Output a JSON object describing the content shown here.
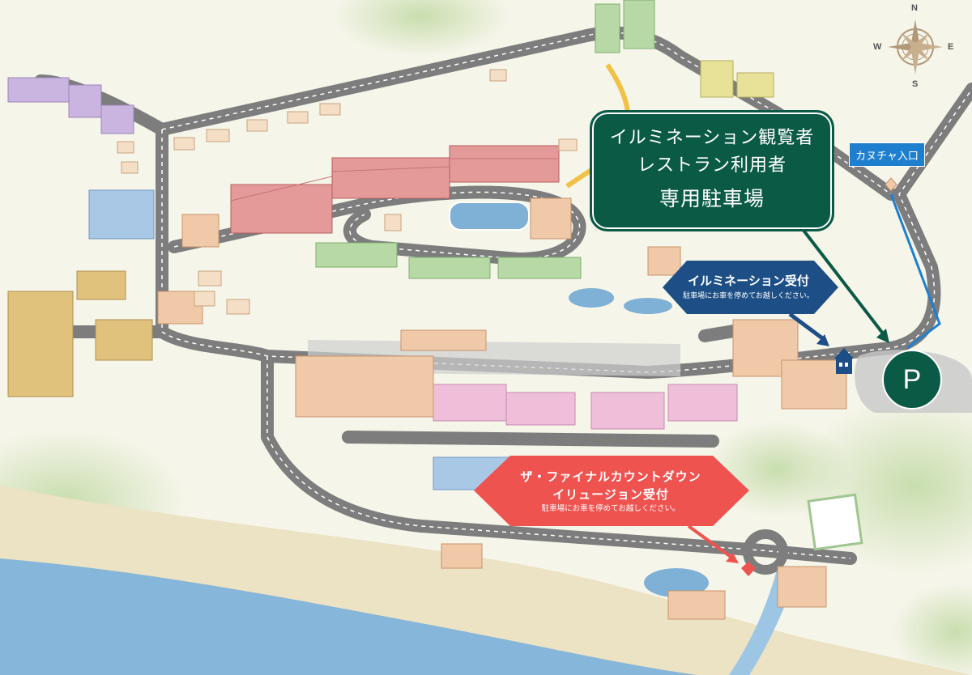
{
  "parking_callout": {
    "line1": "イルミネーション観覧者",
    "line2": "レストラン利用者",
    "line3": "専用駐車場"
  },
  "entrance_label": "カヌチャ入口",
  "illumination_reception": {
    "title": "イルミネーション受付",
    "note": "駐車場にお車を停めてお越しください。"
  },
  "countdown_reception": {
    "line1": "ザ・ファイナルカウントダウン",
    "line2": "イリュージョン受付",
    "note": "駐車場にお車を停めてお越しください。"
  },
  "parking_symbol": "P",
  "compass": {
    "n": "N",
    "s": "S",
    "e": "E",
    "w": "W"
  },
  "colors": {
    "parking_green": "#0b5a46",
    "illumination_navy": "#1d4f86",
    "countdown_red": "#ef5350",
    "entrance_blue": "#1f7fcf",
    "road": "#7d7d7d",
    "sea": "#7fb0d6",
    "beach": "#ece2c4"
  }
}
